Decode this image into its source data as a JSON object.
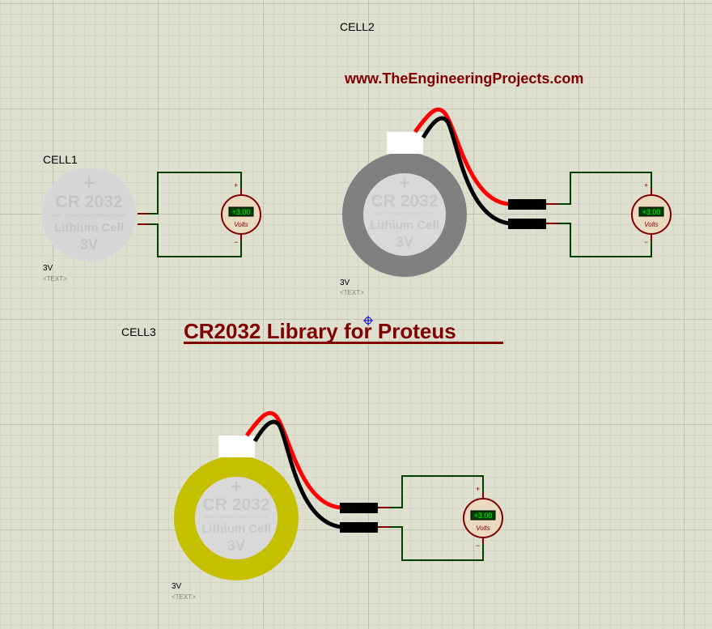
{
  "website": "www.TheEngineeringProjects.com",
  "title": "CR2032 Library for Proteus",
  "colors": {
    "grid_bg": "#dfdfd0",
    "title": "#800000",
    "wire": "#004000",
    "lead": "#800000",
    "meter_bg": "#eadbc0",
    "lcd_text": "#00ff00"
  },
  "cells": [
    {
      "name": "CELL1",
      "value": "3V",
      "text": "<TEXT>",
      "ring_color": "none",
      "plus": "+",
      "model": "CR 2032",
      "url": "www.TheEngineeringProjects.com",
      "type": "Lithium Cell",
      "voltage": "3V",
      "meter": {
        "reading": "+3.00",
        "unit": "Volts",
        "plus": "+",
        "minus": "−"
      }
    },
    {
      "name": "CELL2",
      "value": "3V",
      "text": "<TEXT>",
      "ring_color": "#808080",
      "plus": "+",
      "model": "CR 2032",
      "url": "www.TheEngineeringProjects.com",
      "type": "Lithium Cell",
      "voltage": "3V",
      "meter": {
        "reading": "+3.00",
        "unit": "Volts",
        "plus": "+",
        "minus": "−"
      }
    },
    {
      "name": "CELL3",
      "value": "3V",
      "text": "<TEXT>",
      "ring_color": "#c4c000",
      "plus": "+",
      "model": "CR 2032",
      "url": "www.TheEngineeringProjects.com",
      "type": "Lithium Cell",
      "voltage": "3V",
      "meter": {
        "reading": "+3.00",
        "unit": "Volts",
        "plus": "+",
        "minus": "−"
      }
    }
  ]
}
